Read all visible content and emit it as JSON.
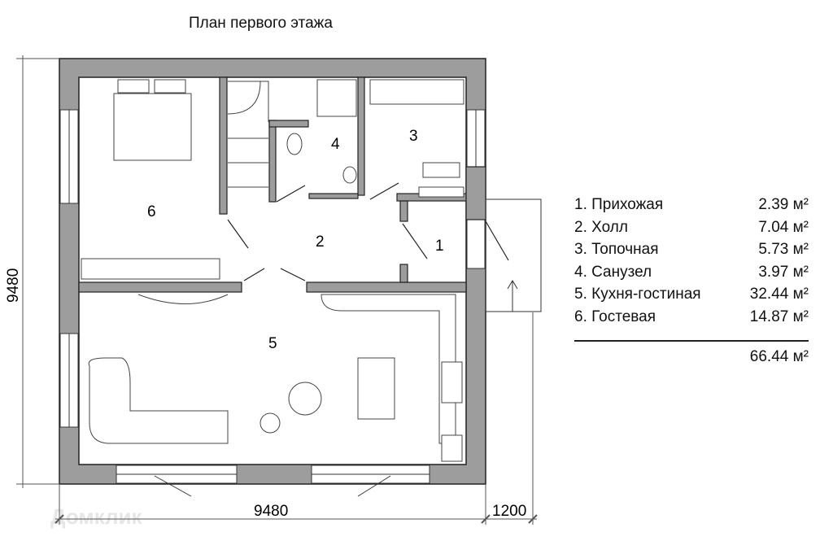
{
  "title": "План первого этажа",
  "dimensions": {
    "height": "9480",
    "width": "9480",
    "porch": "1200"
  },
  "room_labels": [
    "1",
    "2",
    "3",
    "4",
    "5",
    "6"
  ],
  "legend": [
    {
      "name": "1. Прихожая",
      "area": "2.39 м²"
    },
    {
      "name": "2. Холл",
      "area": "7.04 м²"
    },
    {
      "name": "3. Топочная",
      "area": "5.73 м²"
    },
    {
      "name": "4. Санузел",
      "area": "3.97 м²"
    },
    {
      "name": "5. Кухня-гостиная",
      "area": "32.44 м²"
    },
    {
      "name": "6. Гостевая",
      "area": "14.87 м²"
    }
  ],
  "total_area": "66.44 м²",
  "watermark": "Домклик",
  "colors": {
    "wall": "#9d9d9d",
    "line": "#222222"
  }
}
